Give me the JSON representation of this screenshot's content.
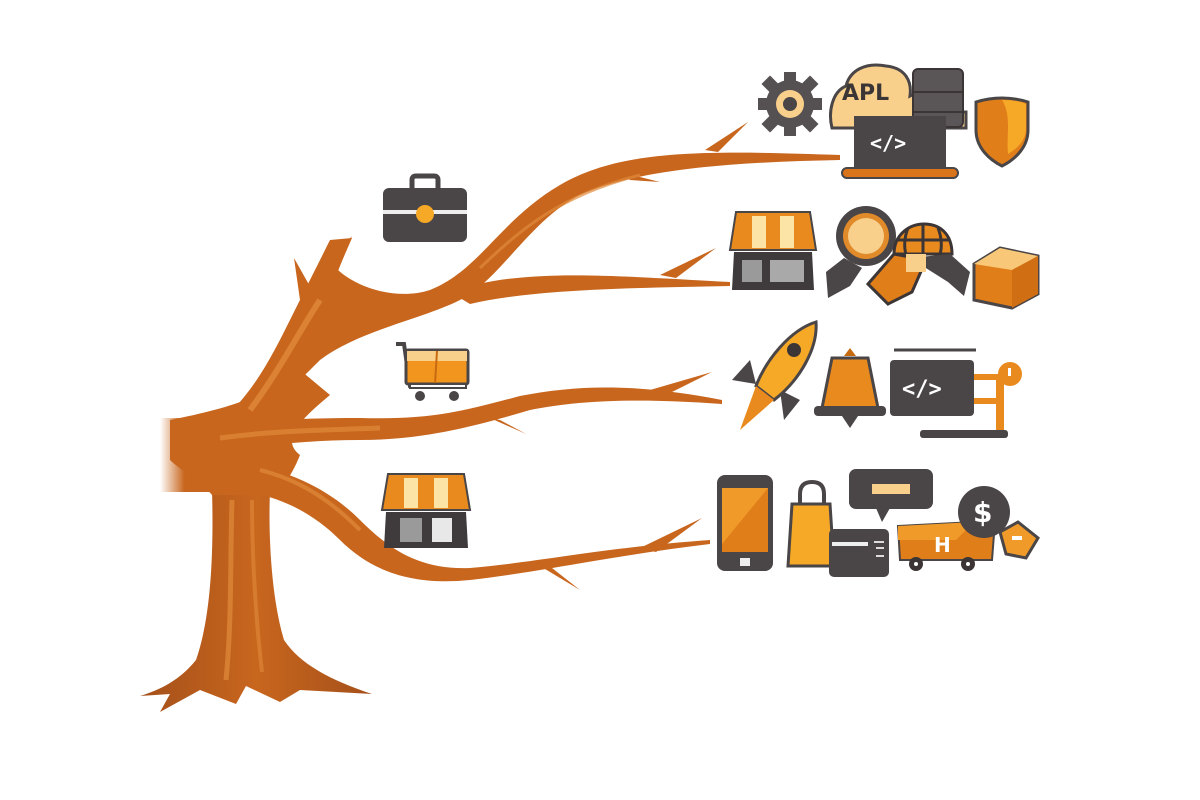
{
  "diagram": {
    "type": "tree-illustration",
    "background": "#ffffff",
    "colors": {
      "bark": "#c8661e",
      "bark_dark": "#a4501a",
      "bark_light": "#e08a3a",
      "icon_dark": "#4a4546",
      "icon_orange": "#e98a1e",
      "icon_light": "#f8d08c",
      "icon_yellow": "#f6a827"
    },
    "trunk": {
      "label": "tree-trunk"
    },
    "branch_side_icons": [
      {
        "name": "briefcase-icon"
      },
      {
        "name": "shopping-cart-icon"
      },
      {
        "name": "storefront-icon"
      }
    ],
    "branches": [
      {
        "name": "branch-1",
        "icons": [
          "gear-icon",
          "api-cloud-icon",
          "server-icon",
          "code-monitor-icon",
          "shield-icon"
        ],
        "api_label": "APL",
        "code_label": "</>"
      },
      {
        "name": "branch-2",
        "icons": [
          "storefront-icon",
          "magnifier-icon",
          "globe-icon",
          "box-icon"
        ]
      },
      {
        "name": "branch-3",
        "icons": [
          "rocket-icon",
          "bell-icon",
          "code-monitor-icon",
          "robot-arm-icon"
        ],
        "code_label": "</>"
      },
      {
        "name": "branch-4",
        "icons": [
          "smartphone-icon",
          "shopping-bag-icon",
          "credit-card-icon",
          "chat-bubble-icon",
          "delivery-truck-icon",
          "dollar-coin-icon",
          "tag-icon"
        ],
        "truck_label": "H",
        "coin_label": "$"
      }
    ]
  }
}
